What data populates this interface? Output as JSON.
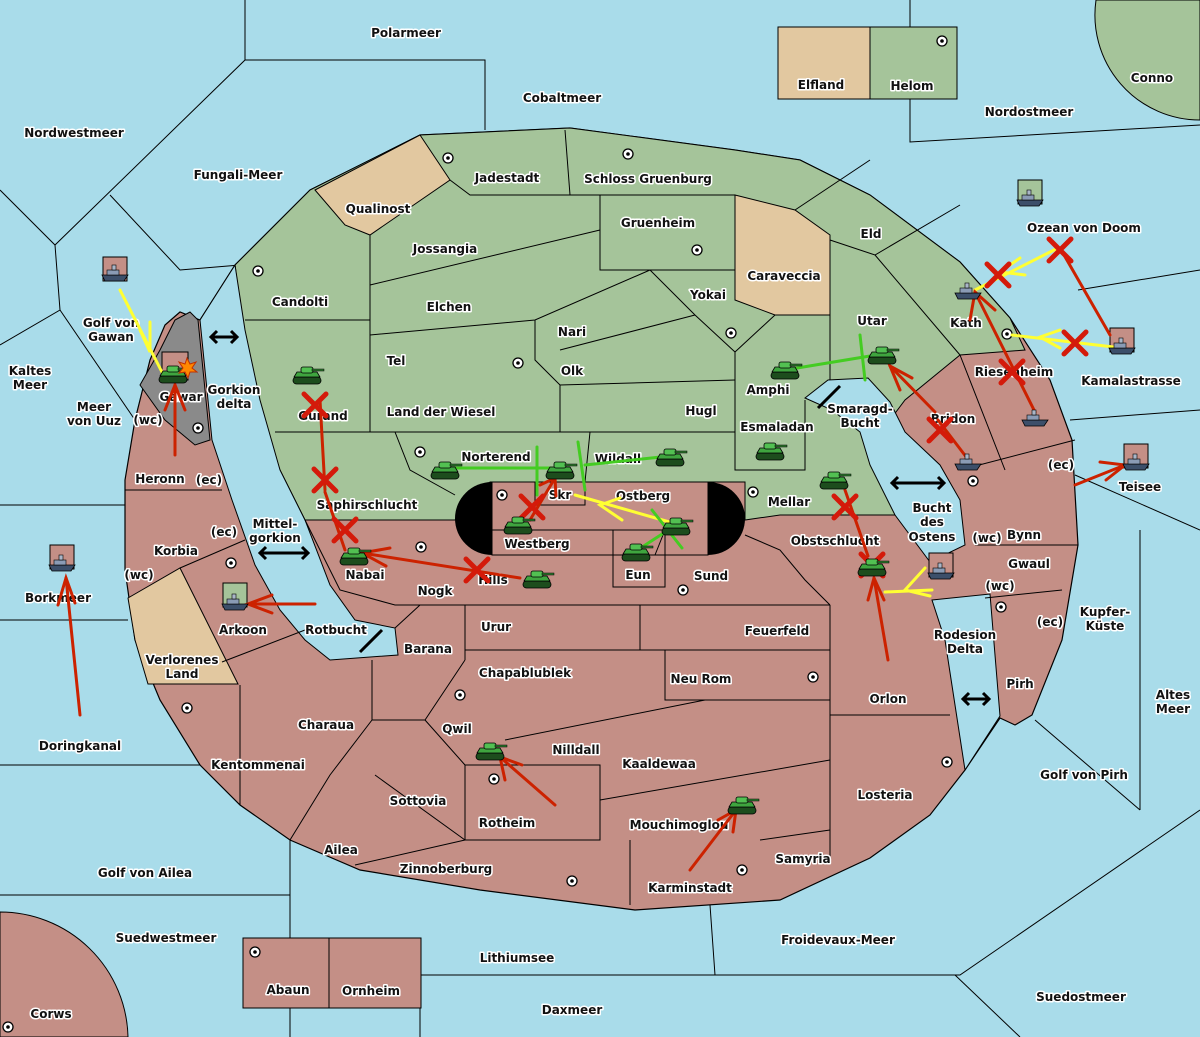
{
  "colors": {
    "sea": "#a9dcea",
    "land_green": "#a5c49a",
    "land_pink": "#c48f86",
    "neutral": "#e2c8a0",
    "contested": "#8a8a8a",
    "move": "#cc2200",
    "support": "#ffff33",
    "hold_support": "#44cc22"
  },
  "labels": [
    "Polarmeer",
    "Cobaltmeer",
    "Elfland",
    "Helom",
    "Conno",
    "Nordostmeer",
    "Nordwestmeer",
    "Fungali-Meer",
    "Jadestadt",
    "Schloss Gruenburg",
    "Qualinost",
    "Gruenheim",
    "Eld",
    "Ozean von Doom",
    "Jossangia",
    "Caraveccia",
    "Yokai",
    "Candolti",
    "Elchen",
    "Nari",
    "Utar",
    "Kath",
    "Golf von",
    "Gawan",
    "Tel",
    "Olk",
    "Riesenheim",
    "Kaltes",
    "Meer",
    "Kamalastrasse",
    "Amphi",
    "Gorkion",
    "delta",
    "Gawar",
    "Meer",
    "von Uuz",
    "(wc)",
    "Land der Wiesel",
    "Hugl",
    "Smaragd-",
    "Bucht",
    "Gurand",
    "Bridon",
    "Esmaladan",
    "Norterend",
    "Wildall",
    "(ec)",
    "Heronn",
    "(ec)",
    "Teisee",
    "Skr",
    "Ostberg",
    "Mellar",
    "Saphirschlucht",
    "Bucht",
    "des",
    "Ostens",
    "Mittel-",
    "gorkion",
    "(ec)",
    "Bynn",
    "(wc)",
    "Westberg",
    "Obstschlucht",
    "Korbia",
    "Gwaul",
    "Nabai",
    "Sund",
    "Eun",
    "Hills",
    "(wc)",
    "(wc)",
    "Nogk",
    "Borkmeer",
    "Kupfer-",
    "Küste",
    "(ec)",
    "Urur",
    "Feuerfeld",
    "Arkoon",
    "Rotbucht",
    "Rodesion",
    "Delta",
    "Barana",
    "Verlorenes",
    "Land",
    "Chapablublek",
    "Neu Rom",
    "Pirh",
    "Orlon",
    "Altes",
    "Meer",
    "Charaua",
    "Qwil",
    "Doringkanal",
    "Nilldall",
    "Kaaldewaa",
    "Kentommenai",
    "Golf von Pirh",
    "Losteria",
    "Sottovia",
    "Rotheim",
    "Mouchimoglou",
    "Ailea",
    "Samyria",
    "Zinnoberburg",
    "Golf von Ailea",
    "Karminstadt",
    "Suedwestmeer",
    "Froidevaux-Meer",
    "Lithiumsee",
    "Abaun",
    "Ornheim",
    "Suedostmeer",
    "Daxmeer",
    "Corws"
  ],
  "units": [
    {
      "type": "army-icon",
      "province": "Gurand"
    },
    {
      "type": "army-icon",
      "province": "Gawar"
    },
    {
      "type": "army-icon",
      "province": "Amphi"
    },
    {
      "type": "army-icon",
      "province": "Utar"
    },
    {
      "type": "army-icon",
      "province": "Norterend"
    },
    {
      "type": "army-icon",
      "province": "Skr"
    },
    {
      "type": "army-icon",
      "province": "Wildall"
    },
    {
      "type": "army-icon",
      "province": "Esmaladan"
    },
    {
      "type": "army-icon",
      "province": "Westberg"
    },
    {
      "type": "army-icon",
      "province": "Ostberg"
    },
    {
      "type": "army-icon",
      "province": "Eun"
    },
    {
      "type": "army-icon",
      "province": "Hills"
    },
    {
      "type": "army-icon",
      "province": "Nabai"
    },
    {
      "type": "army-icon",
      "province": "Mellar"
    },
    {
      "type": "army-icon",
      "province": "Obstschlucht"
    },
    {
      "type": "army-icon",
      "province": "Qwil"
    },
    {
      "type": "army-icon",
      "province": "Mouchimoglou"
    },
    {
      "type": "fleet-icon",
      "province": "Golf von Gawan"
    },
    {
      "type": "fleet-icon",
      "province": "Ozean von Doom"
    },
    {
      "type": "fleet-icon",
      "province": "Kath"
    },
    {
      "type": "fleet-icon",
      "province": "Kamalastrasse"
    },
    {
      "type": "fleet-icon",
      "province": "Riesenheim"
    },
    {
      "type": "fleet-icon",
      "province": "Bridon"
    },
    {
      "type": "fleet-icon",
      "province": "Teisee"
    },
    {
      "type": "fleet-icon",
      "province": "Borkmeer"
    },
    {
      "type": "fleet-icon",
      "province": "Arkoon"
    },
    {
      "type": "fleet-icon",
      "province": "Bucht des Ostens"
    }
  ]
}
